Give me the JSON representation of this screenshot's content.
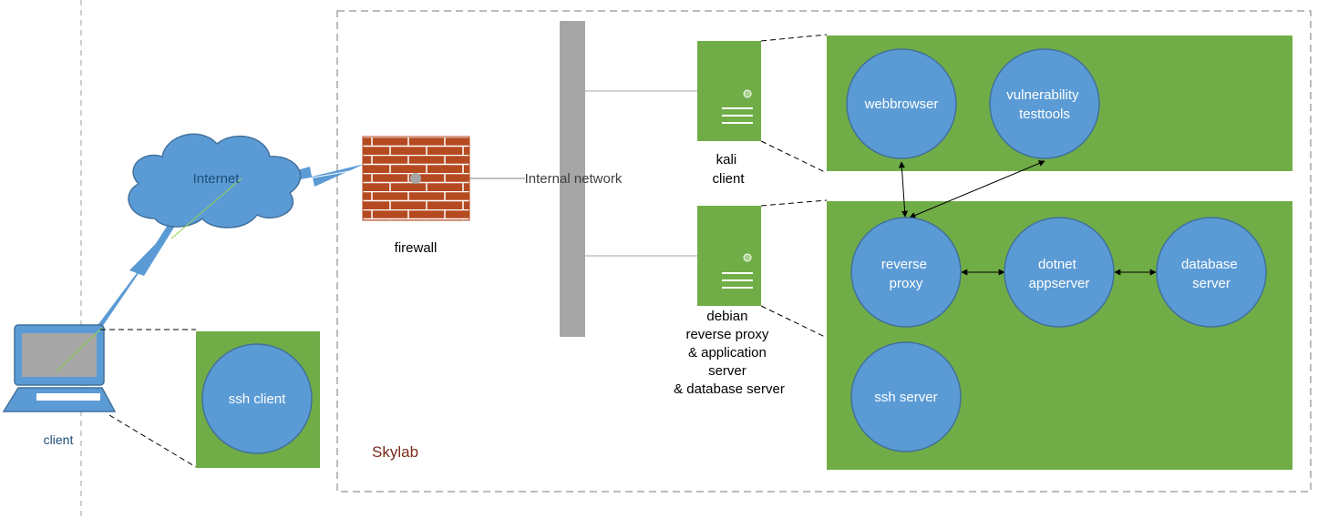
{
  "labels": {
    "internet": "Internet",
    "client": "client",
    "firewall": "firewall",
    "internal_network": "Internal network",
    "kali_client": [
      "kali",
      "client"
    ],
    "debian_server": [
      "debian",
      "reverse proxy",
      "& application",
      "server",
      "& database server"
    ],
    "skylab": "Skylab"
  },
  "nodes": {
    "ssh_client": [
      "ssh client"
    ],
    "webbrowser": [
      "webbrowser"
    ],
    "vulnerability_testtools": [
      "vulnerability",
      "testtools"
    ],
    "reverse_proxy": [
      "reverse",
      "proxy"
    ],
    "dotnet_appserver": [
      "dotnet",
      "appserver"
    ],
    "database_server": [
      "database",
      "server"
    ],
    "ssh_server": [
      "ssh server"
    ]
  },
  "colors": {
    "panel_green": "#70ad47",
    "node_blue": "#5b9bd5",
    "node_border": "#41719c",
    "firewall_brick": "#b54a21",
    "network_bar": "#a6a6a6",
    "skylab_text": "#7b2c1c",
    "client_text": "#1f4e79"
  },
  "icons": {
    "internet": "cloud-icon",
    "client": "laptop-icon",
    "firewall": "firewall-icon",
    "servers": "server-icon"
  }
}
